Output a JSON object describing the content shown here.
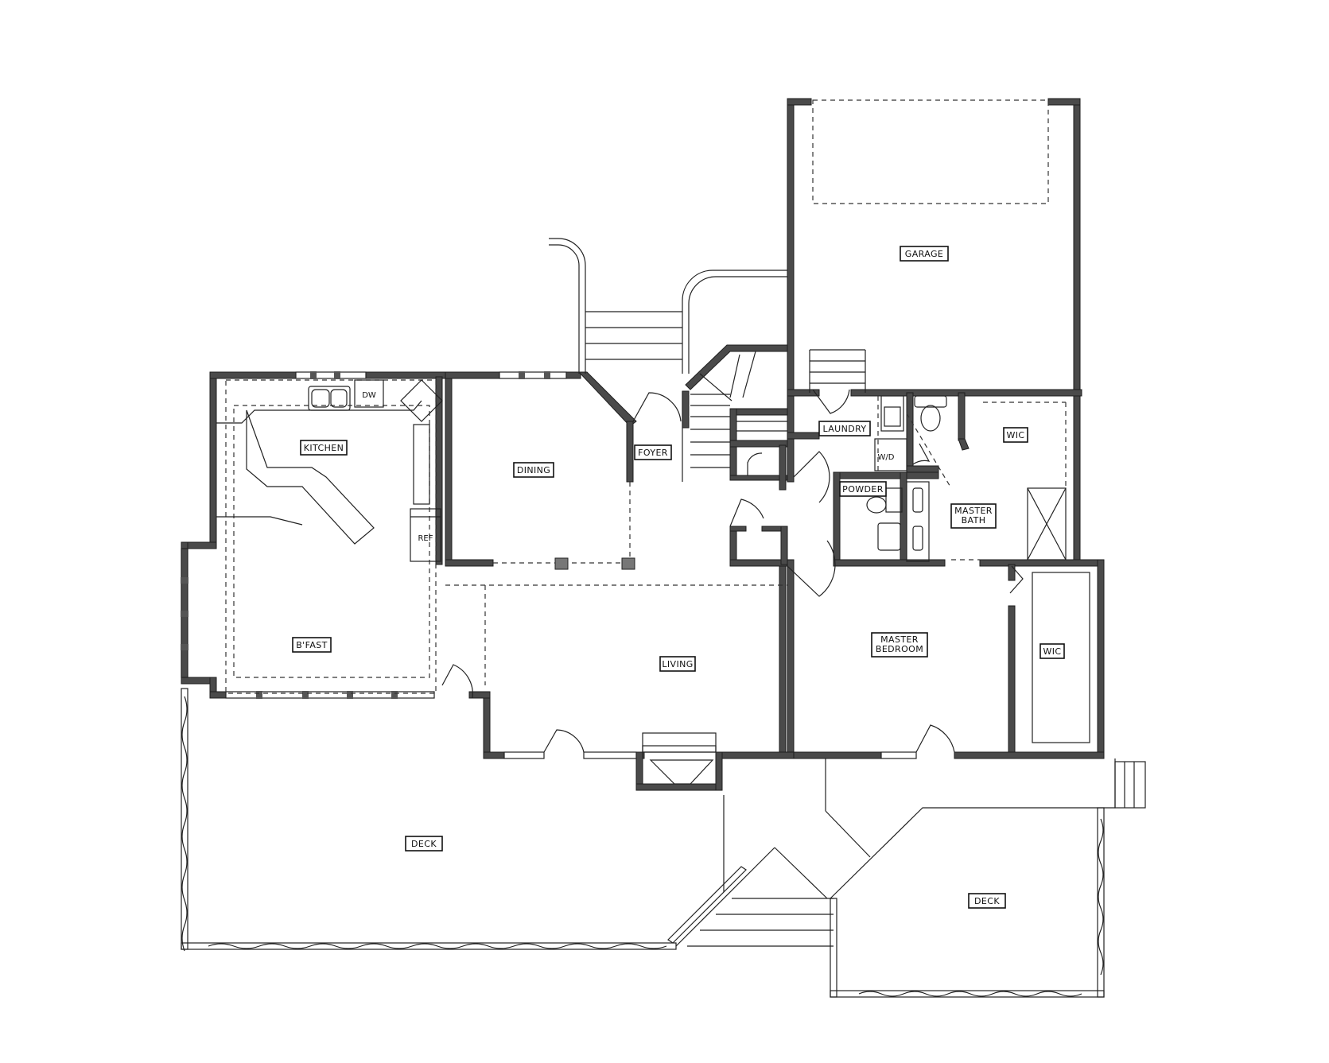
{
  "plan": {
    "rooms": {
      "garage": "GARAGE",
      "kitchen": "KITCHEN",
      "dining": "DINING",
      "foyer": "FOYER",
      "laundry": "LAUNDRY",
      "wic_upper": "WIC",
      "powder": "POWDER",
      "master_bath_line1": "MASTER",
      "master_bath_line2": "BATH",
      "bfast": "B'FAST",
      "living": "LIVING",
      "master_bedroom_line1": "MASTER",
      "master_bedroom_line2": "BEDROOM",
      "wic_lower": "WIC",
      "deck_left": "DECK",
      "deck_right": "DECK"
    },
    "fixtures": {
      "dishwasher": "DW",
      "refrigerator": "REF",
      "washer_dryer": "W/D"
    }
  }
}
